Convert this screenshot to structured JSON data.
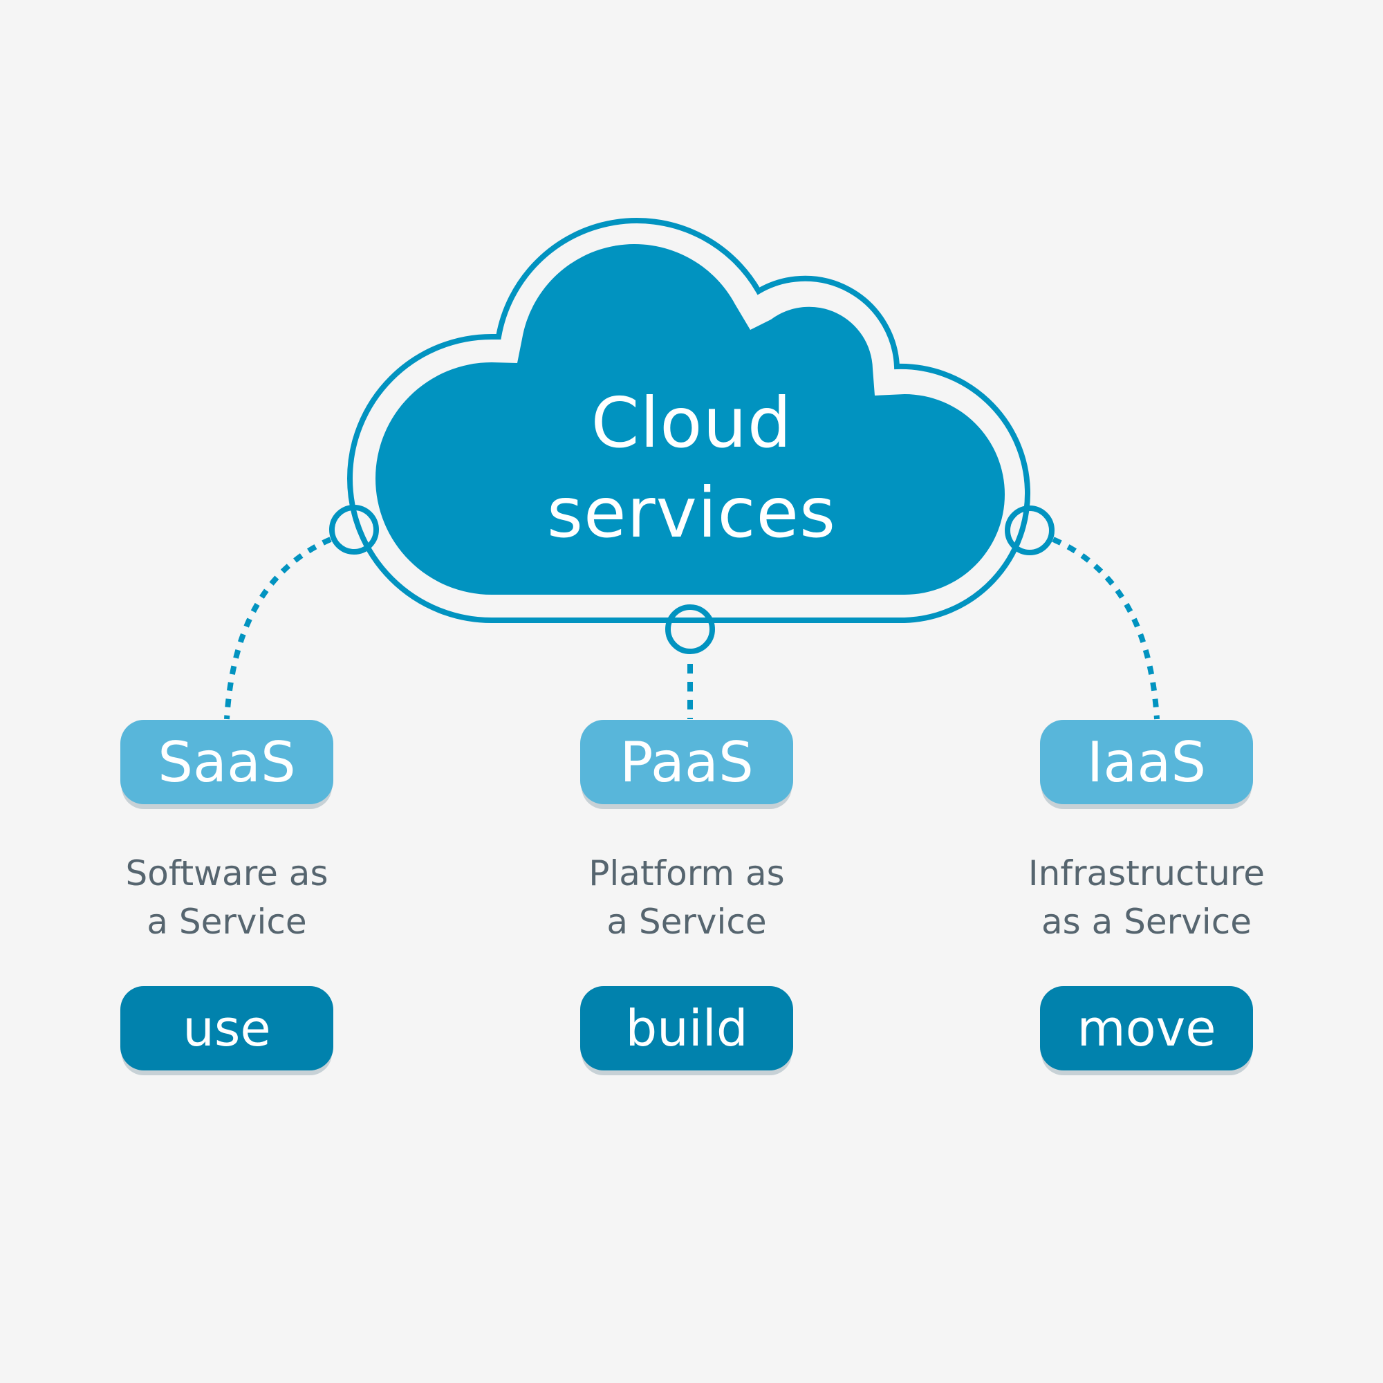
{
  "cloud": {
    "title_line1": "Cloud",
    "title_line2": "services",
    "fill_color": "#0193c0",
    "outline_color": "#0193c0"
  },
  "services": [
    {
      "abbr": "SaaS",
      "desc_line1": "Software as",
      "desc_line2": "a Service",
      "action": "use"
    },
    {
      "abbr": "PaaS",
      "desc_line1": "Platform as",
      "desc_line2": "a Service",
      "action": "build"
    },
    {
      "abbr": "IaaS",
      "desc_line1": "Infrastructure",
      "desc_line2": "as a Service",
      "action": "move"
    }
  ],
  "colors": {
    "background": "#f5f5f5",
    "abbr_box": "#58b6da",
    "action_box": "#0182ad",
    "desc_text": "#56656f"
  }
}
